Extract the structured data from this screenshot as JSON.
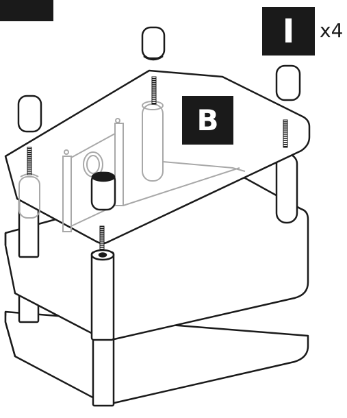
{
  "step_badge": {
    "label": ""
  },
  "part_i": {
    "label": "I",
    "quantity": "x4"
  },
  "part_b": {
    "label": "B"
  },
  "colors": {
    "outline": "#1a1a1a",
    "ghost": "#a8a8a8",
    "fill": "#ffffff"
  }
}
